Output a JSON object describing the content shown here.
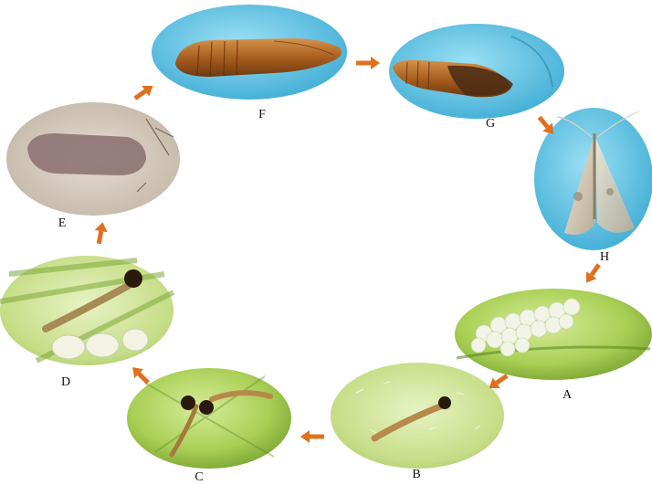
{
  "stages": [
    {
      "id": "A",
      "label": "A",
      "image": "egg-mass-on-leaf"
    },
    {
      "id": "B",
      "label": "B",
      "image": "young-larva-on-leaf"
    },
    {
      "id": "C",
      "label": "C",
      "image": "larva-on-leaf"
    },
    {
      "id": "D",
      "label": "D",
      "image": "larva-boring-in-stem"
    },
    {
      "id": "E",
      "label": "E",
      "image": "pupal-cocoon"
    },
    {
      "id": "F",
      "label": "F",
      "image": "pupa"
    },
    {
      "id": "G",
      "label": "G",
      "image": "adult-emerging-from-pupa"
    },
    {
      "id": "H",
      "label": "H",
      "image": "adult-moth"
    }
  ],
  "colors": {
    "arrow": "#e0701e",
    "leaf": "#8fbf3a",
    "sky": "#5fc3e2",
    "pupa": "#a65a1e"
  }
}
